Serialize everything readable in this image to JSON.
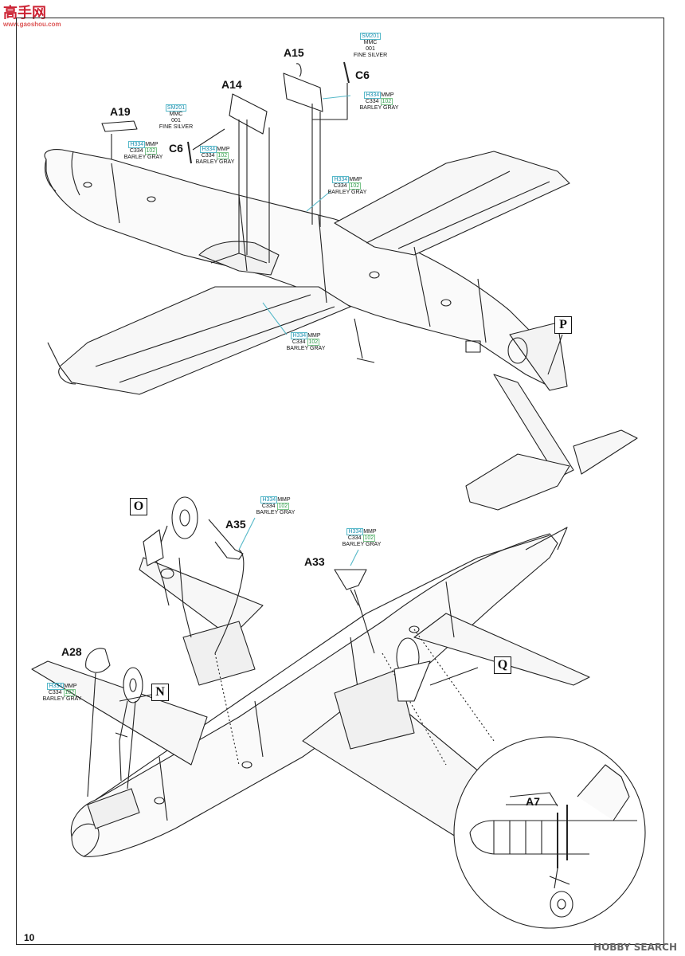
{
  "watermark_top": {
    "main": "高手网",
    "sub": "www.gaoshou.com"
  },
  "watermark_bottom": "HOBBY SEARCH",
  "page_number": "10",
  "part_labels": {
    "A15": "A15",
    "C6_top": "C6",
    "A14": "A14",
    "A19": "A19",
    "C6_left": "C6",
    "A35": "A35",
    "A33": "A33",
    "A28": "A28",
    "A7": "A7"
  },
  "callouts": {
    "P": "P",
    "O": "O",
    "Q": "Q",
    "N": "N"
  },
  "paints": {
    "silver": {
      "code": "SM201",
      "brand": "MMC",
      "num": "001",
      "name": "FINE SILVER"
    },
    "gray": {
      "h": "H334",
      "brand": "MMP",
      "c": "C334",
      "num": "102",
      "name": "BARLEY GRAY"
    }
  }
}
